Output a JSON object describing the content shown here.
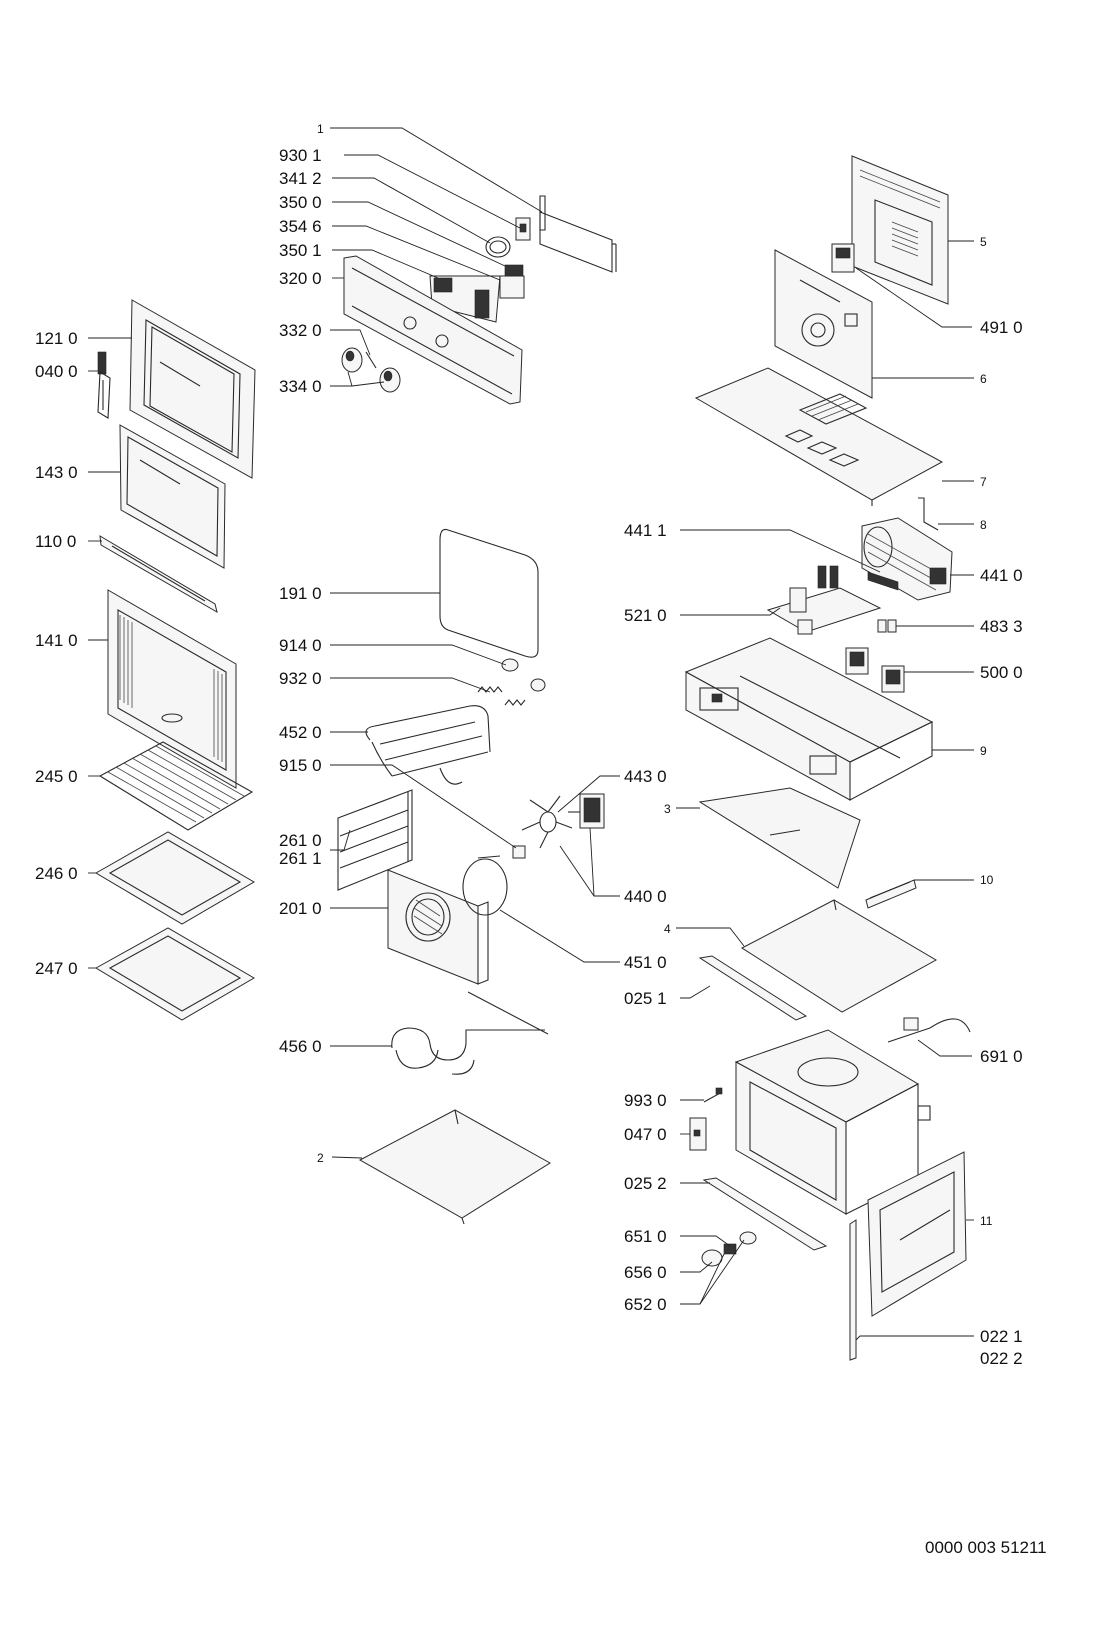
{
  "labels": {
    "p1": "1",
    "p9301": "930 1",
    "p3412": "341 2",
    "p3500": "350 0",
    "p3546": "354 6",
    "p3501": "350 1",
    "p3200": "320 0",
    "p3320": "332 0",
    "p3340": "334 0",
    "p1210": "121 0",
    "p0400": "040 0",
    "p1430": "143 0",
    "p1100": "110 0",
    "p1410": "141 0",
    "p2450": "245 0",
    "p2460": "246 0",
    "p2470": "247 0",
    "p1910": "191 0",
    "p9140": "914 0",
    "p9320": "932 0",
    "p4520": "452 0",
    "p9150": "915 0",
    "p2610": "261 0",
    "p2611": "261 1",
    "p2010": "201 0",
    "p4560": "456 0",
    "p2": "2",
    "p4430": "443 0",
    "p4400": "440 0",
    "p4510": "451 0",
    "p5": "5",
    "p4910": "491 0",
    "p6": "6",
    "p7": "7",
    "p8": "8",
    "p4411": "441 1",
    "p4410": "441 0",
    "p5210": "521 0",
    "p4833": "483 3",
    "p5000": "500 0",
    "p9": "9",
    "p3": "3",
    "p10": "10",
    "p4": "4",
    "p0251": "025 1",
    "p6910": "691 0",
    "p9930": "993 0",
    "p0470": "047 0",
    "p0252": "025 2",
    "p11": "11",
    "p6510": "651 0",
    "p6560": "656 0",
    "p6520": "652 0",
    "p0221": "022 1",
    "p0222": "022 2"
  },
  "document_number": "0000 003 51211"
}
